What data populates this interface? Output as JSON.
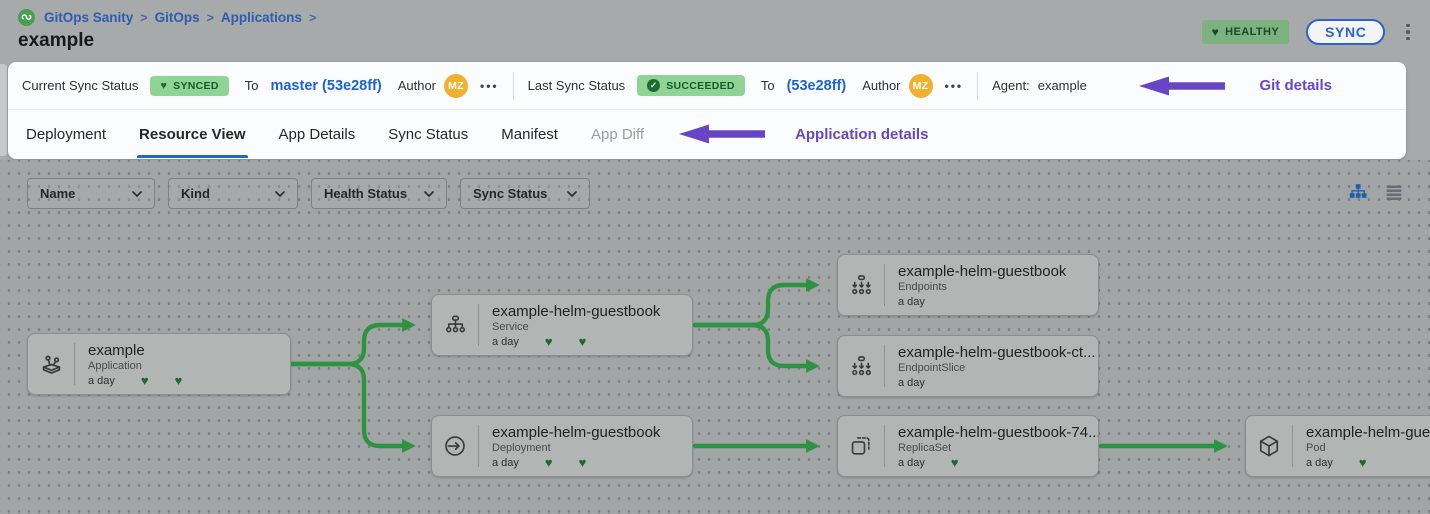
{
  "glyphs": {
    "heart": "♥",
    "check": "✓",
    "sep": ">",
    "more": "•••"
  },
  "header": {
    "breadcrumb": {
      "items": [
        {
          "label": "GitOps Sanity"
        },
        {
          "label": "GitOps"
        },
        {
          "label": "Applications"
        }
      ]
    },
    "title": "example",
    "health_badge": "HEALTHY",
    "sync_button": "SYNC"
  },
  "status_bar": {
    "current": {
      "label": "Current Sync Status",
      "badge": "SYNCED",
      "to_label": "To",
      "revision": "master (53e28ff)",
      "author_label": "Author",
      "author_initials": "MZ"
    },
    "last": {
      "label": "Last Sync Status",
      "badge": "SUCCEEDED",
      "to_label": "To",
      "revision": "(53e28ff)",
      "author_label": "Author",
      "author_initials": "MZ"
    },
    "agent_label": "Agent:",
    "agent_value": "example",
    "annotation": "Git details"
  },
  "tabs": {
    "items": [
      {
        "label": "Deployment",
        "active": false
      },
      {
        "label": "Resource View",
        "active": true
      },
      {
        "label": "App Details",
        "active": false
      },
      {
        "label": "Sync Status",
        "active": false
      },
      {
        "label": "Manifest",
        "active": false
      },
      {
        "label": "App Diff",
        "active": false,
        "disabled": true
      }
    ],
    "annotation": "Application details"
  },
  "filters": [
    {
      "label": "Name"
    },
    {
      "label": "Kind"
    },
    {
      "label": "Health Status"
    },
    {
      "label": "Sync Status"
    }
  ],
  "view_toggle": {
    "selected": "tree-view",
    "icons": [
      "tree-view-icon",
      "list-view-icon"
    ]
  },
  "graph": {
    "nodes": [
      {
        "title": "example",
        "kind": "Application",
        "age": "a day",
        "hearts": 2,
        "icon": "application-icon"
      },
      {
        "title": "example-helm-guestbook",
        "kind": "Service",
        "age": "a day",
        "hearts": 2,
        "icon": "service-icon"
      },
      {
        "title": "example-helm-guestbook",
        "kind": "Deployment",
        "age": "a day",
        "hearts": 2,
        "icon": "deployment-icon"
      },
      {
        "title": "example-helm-guestbook",
        "kind": "Endpoints",
        "age": "a day",
        "hearts": 0,
        "icon": "endpoints-icon"
      },
      {
        "title": "example-helm-guestbook-ct...",
        "kind": "EndpointSlice",
        "age": "a day",
        "hearts": 0,
        "icon": "endpointslice-icon"
      },
      {
        "title": "example-helm-guestbook-74...",
        "kind": "ReplicaSet",
        "age": "a day",
        "hearts": 1,
        "icon": "replicaset-icon"
      },
      {
        "title": "example-helm-guest",
        "kind": "Pod",
        "age": "a day",
        "hearts": 1,
        "icon": "pod-icon"
      }
    ]
  },
  "colors": {
    "accent_blue": "#2f63c5",
    "link_blue": "#1e63cb",
    "annotation_purple": "#6746c6",
    "edge_green": "#2c9440",
    "badge_green_bg": "#8fd494",
    "badge_green_text": "#17582a",
    "health_badge_bg": "#7db180",
    "avatar_orange": "#f1b12f",
    "tab_underline": "#2465c8"
  }
}
